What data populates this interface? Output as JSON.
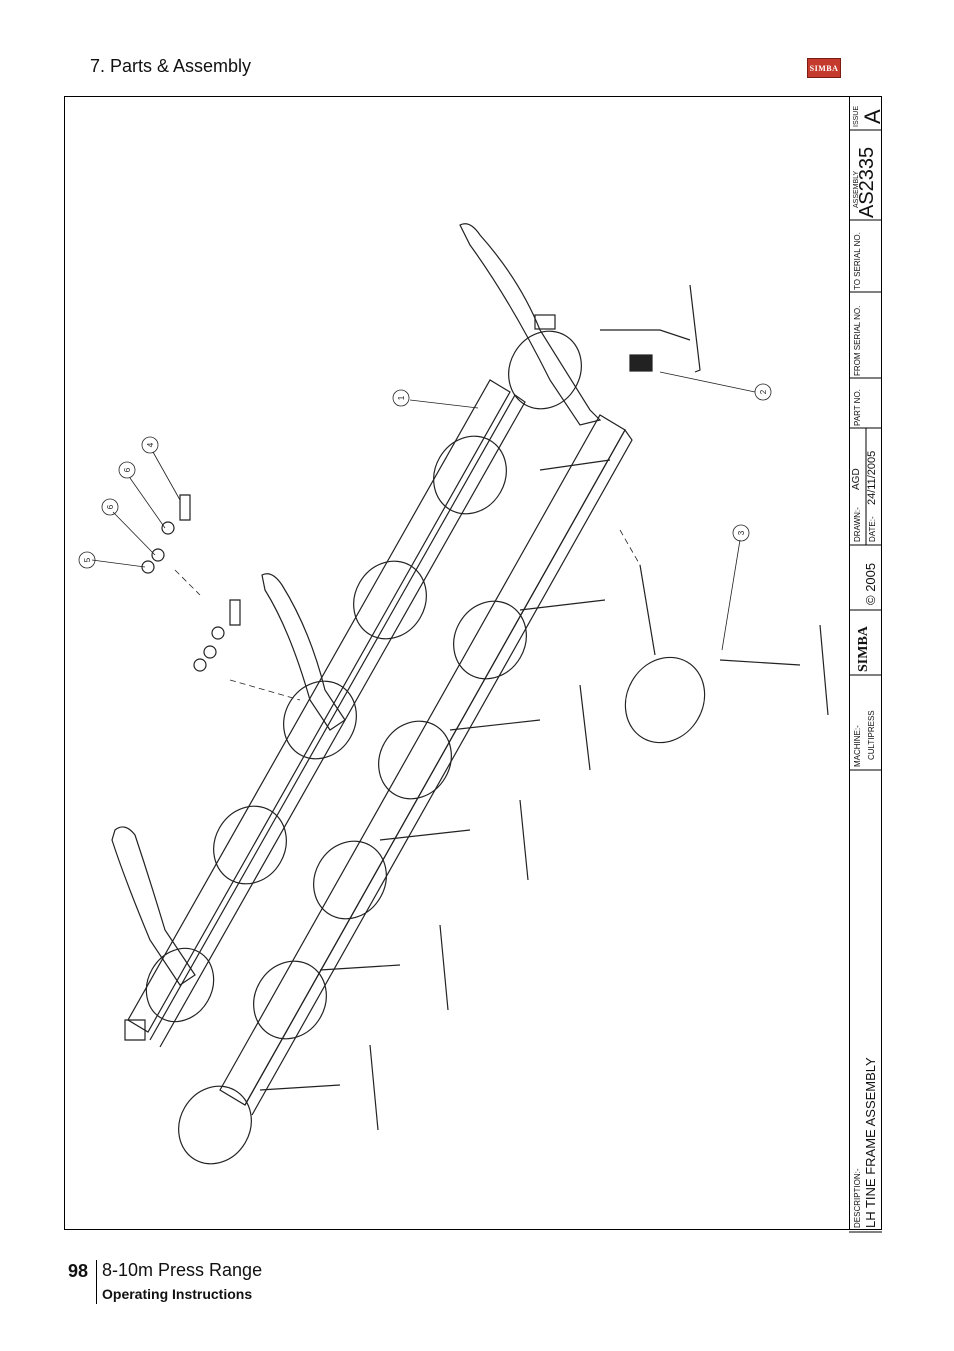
{
  "header": {
    "section_title": "7. Parts & Assembly",
    "logo_text": "SIMBA"
  },
  "title_block": {
    "issue_label": "ISSUE",
    "issue_value": "A",
    "assembly_label": "ASSEMBLY",
    "assembly_no": "AS2335",
    "to_serial_label": "TO SERIAL NO.",
    "from_serial_label": "FROM SERIAL NO.",
    "part_no_label": "PART NO.",
    "drawn_label": "DRAWN:-",
    "drawn_value": "AGD",
    "date_label": "DATE:-",
    "date_value": "24/11/2005",
    "brand": "SIMBA",
    "copyright": "© 2005",
    "machine_label": "MACHINE:-",
    "machine_value": "CULTIPRESS",
    "description_label": "DESCRIPTION:-",
    "description_value": "LH TINE FRAME ASSEMBLY"
  },
  "balloons": [
    "1",
    "2",
    "3",
    "4",
    "5",
    "6",
    "6"
  ],
  "footer": {
    "page_number": "98",
    "range": "8-10m Press Range",
    "subtitle": "Operating Instructions"
  }
}
